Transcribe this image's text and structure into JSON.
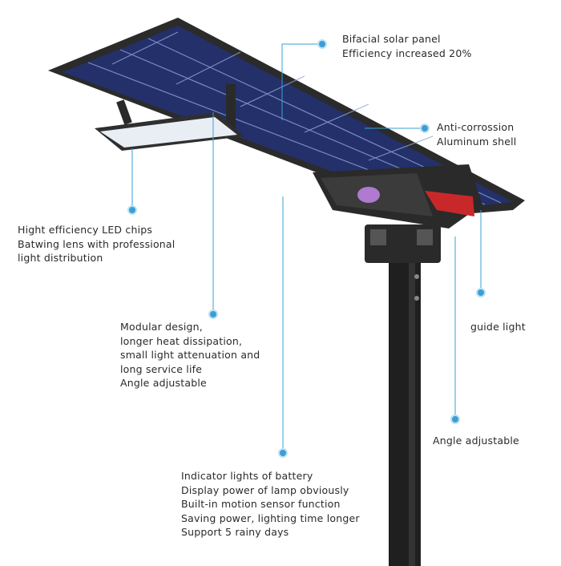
{
  "colors": {
    "callout": "#3a9fd6",
    "panel_frame": "#2b2b2b",
    "panel_cells": "#24306a",
    "pole": "#1f1f1f",
    "guide_light": "#c9282b",
    "sensor": "#b07ad0"
  },
  "callouts": {
    "solar_panel": [
      "Bifacial solar panel",
      "Efficiency increased 20%"
    ],
    "shell": [
      "Anti-corrossion",
      "Aluminum shell"
    ],
    "led": [
      "Hight efficiency LED chips",
      "Batwing lens with professional",
      "light distribution"
    ],
    "modular": [
      "Modular design,",
      "longer heat dissipation,",
      "small light attenuation and",
      "long service life",
      "Angle adjustable"
    ],
    "guide_light": [
      "guide light"
    ],
    "angle": [
      "Angle adjustable"
    ],
    "indicator": [
      "Indicator lights of battery",
      "Display power of lamp obviously",
      "Built-in motion sensor function",
      "Saving power, lighting time longer",
      "Support 5 rainy days"
    ]
  }
}
